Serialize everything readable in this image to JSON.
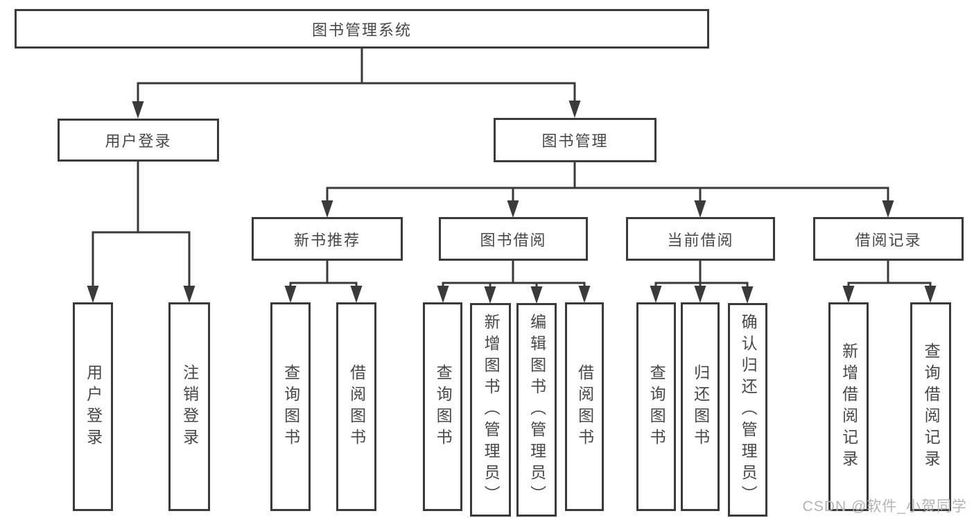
{
  "tree": {
    "root": "图书管理系统",
    "children": [
      {
        "label": "用户登录",
        "children": [
          "用户登录",
          "注销登录"
        ]
      },
      {
        "label": "图书管理",
        "children": [
          {
            "label": "新书推荐",
            "children": [
              "查询图书",
              "借阅图书"
            ]
          },
          {
            "label": "图书借阅",
            "children": [
              "查询图书",
              "新增图书（管理员）",
              "编辑图书（管理员）",
              "借阅图书"
            ]
          },
          {
            "label": "当前借阅",
            "children": [
              "查询图书",
              "归还图书",
              "确认归还（管理员）"
            ]
          },
          {
            "label": "借阅记录",
            "children": [
              "新增借阅记录",
              "查询借阅记录"
            ]
          }
        ]
      }
    ]
  },
  "watermark": {
    "text": "CSDN @软件_小贺同学"
  },
  "colors": {
    "line": "#3a3a3a",
    "text": "#474747",
    "watermark": "#b3b3b3",
    "background": "#ffffff"
  }
}
